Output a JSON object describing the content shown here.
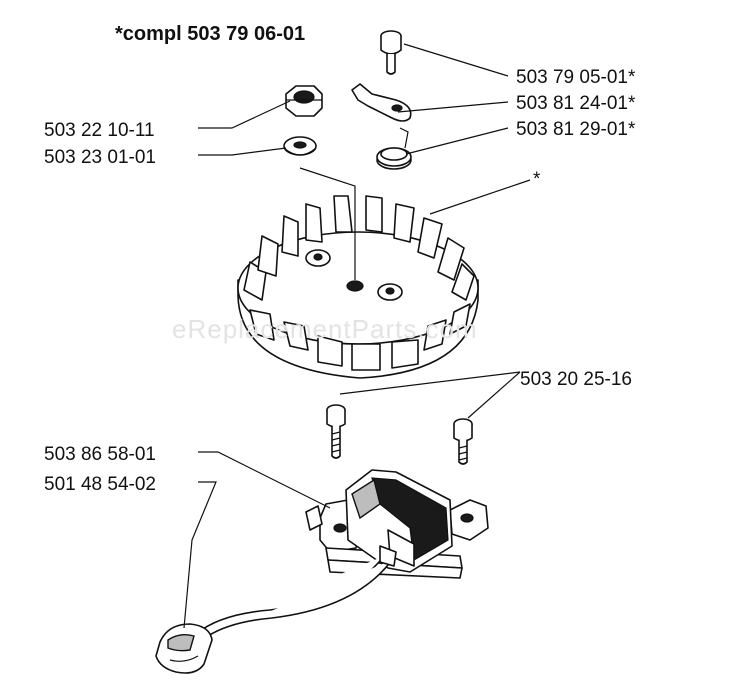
{
  "title": "*compl 503 79 06-01",
  "watermark": "eReplacementParts.com",
  "labels": {
    "bolt_top": "503 79 05-01*",
    "pawl": "503 81 24-01*",
    "spring": "503 81 29-01*",
    "flywheel": "*",
    "nut": "503 22 10-11",
    "washer": "503 23 01-01",
    "screws": "503 20 25-16",
    "ignition_module": "503 86 58-01",
    "spark_cap": "501 48 54-02"
  },
  "colors": {
    "line": "#111111",
    "watermark": "#e3e3e3",
    "background": "#ffffff"
  }
}
